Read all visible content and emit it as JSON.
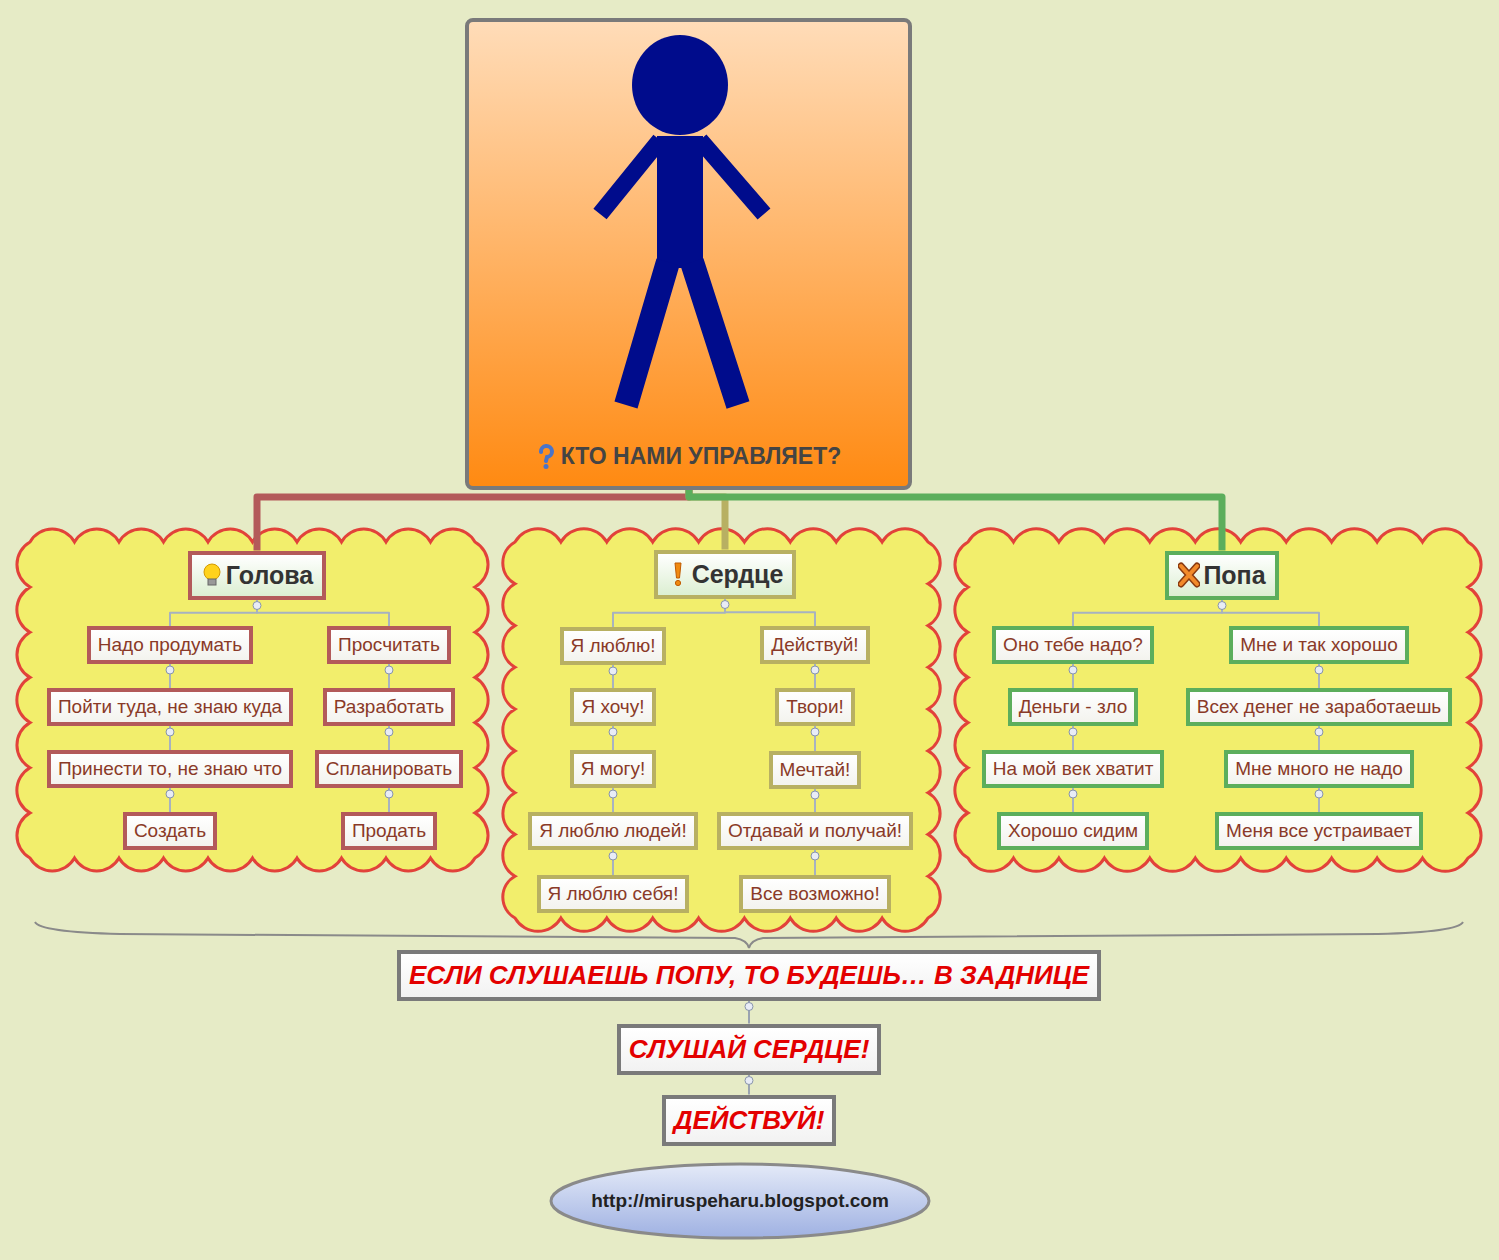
{
  "diagram": {
    "nodes": [
      {
        "text": [
          "КТО НАМИ УПРАВЛЯЕТ?"
        ]
      },
      {
        "text": [
          "Голова"
        ]
      },
      {
        "text": [
          "Надо продумать"
        ]
      },
      {
        "text": [
          "Пойти туда, не знаю куда"
        ]
      },
      {
        "text": [
          "Принести то, не знаю что"
        ]
      },
      {
        "text": [
          "Создать"
        ]
      },
      {
        "text": [
          "Просчитать"
        ]
      },
      {
        "text": [
          "Разработать"
        ]
      },
      {
        "text": [
          "Спланировать"
        ]
      },
      {
        "text": [
          "Продать"
        ]
      },
      {
        "text": [
          "Сердце"
        ]
      },
      {
        "text": [
          "Я люблю!"
        ]
      },
      {
        "text": [
          "Я хочу!"
        ]
      },
      {
        "text": [
          "Я могу!"
        ]
      },
      {
        "text": [
          "Я люблю людей!"
        ]
      },
      {
        "text": [
          "Я люблю себя!"
        ]
      },
      {
        "text": [
          "Действуй!"
        ]
      },
      {
        "text": [
          "Твори!"
        ]
      },
      {
        "text": [
          "Мечтай!"
        ]
      },
      {
        "text": [
          "Отдавай и получай!"
        ]
      },
      {
        "text": [
          "Все возможно!"
        ]
      },
      {
        "text": [
          "Попа"
        ]
      },
      {
        "text": [
          "Оно тебе надо?"
        ]
      },
      {
        "text": [
          "Деньги - зло"
        ]
      },
      {
        "text": [
          "На мой век хватит"
        ]
      },
      {
        "text": [
          "Хорошо сидим"
        ]
      },
      {
        "text": [
          "Мне и так хорошо"
        ]
      },
      {
        "text": [
          "Всех денег не заработаешь"
        ]
      },
      {
        "text": [
          "Мне много не надо"
        ]
      },
      {
        "text": [
          "Меня все устраивает"
        ]
      },
      {
        "text": [
          "ЕСЛИ СЛУШАЕШЬ ПОПУ, ТО БУДЕШЬ… В ЗАДНИЦЕ"
        ]
      },
      {
        "text": [
          "СЛУШАЙ СЕРДЦЕ!"
        ]
      },
      {
        "text": [
          "ДЕЙСТВУЙ!"
        ]
      },
      {
        "text": [
          "http://miruspeharu.blogspot.com"
        ]
      }
    ],
    "edges": [
      {
        "from": 0,
        "to": 1,
        "arrow": "none"
      },
      {
        "from": 0,
        "to": 10,
        "arrow": "none"
      },
      {
        "from": 0,
        "to": 21,
        "arrow": "none"
      },
      {
        "from": 1,
        "to": 2,
        "arrow": "none"
      },
      {
        "from": 1,
        "to": 6,
        "arrow": "none"
      },
      {
        "from": 2,
        "to": 3,
        "arrow": "none"
      },
      {
        "from": 3,
        "to": 4,
        "arrow": "none"
      },
      {
        "from": 4,
        "to": 5,
        "arrow": "none"
      },
      {
        "from": 6,
        "to": 7,
        "arrow": "none"
      },
      {
        "from": 7,
        "to": 8,
        "arrow": "none"
      },
      {
        "from": 8,
        "to": 9,
        "arrow": "none"
      },
      {
        "from": 10,
        "to": 11,
        "arrow": "none"
      },
      {
        "from": 10,
        "to": 16,
        "arrow": "none"
      },
      {
        "from": 11,
        "to": 12,
        "arrow": "none"
      },
      {
        "from": 12,
        "to": 13,
        "arrow": "none"
      },
      {
        "from": 13,
        "to": 14,
        "arrow": "none"
      },
      {
        "from": 14,
        "to": 15,
        "arrow": "none"
      },
      {
        "from": 16,
        "to": 17,
        "arrow": "none"
      },
      {
        "from": 17,
        "to": 18,
        "arrow": "none"
      },
      {
        "from": 18,
        "to": 19,
        "arrow": "none"
      },
      {
        "from": 19,
        "to": 20,
        "arrow": "none"
      },
      {
        "from": 21,
        "to": 22,
        "arrow": "none"
      },
      {
        "from": 21,
        "to": 26,
        "arrow": "none"
      },
      {
        "from": 22,
        "to": 23,
        "arrow": "none"
      },
      {
        "from": 23,
        "to": 24,
        "arrow": "none"
      },
      {
        "from": 24,
        "to": 25,
        "arrow": "none"
      },
      {
        "from": 26,
        "to": 27,
        "arrow": "none"
      },
      {
        "from": 27,
        "to": 28,
        "arrow": "none"
      },
      {
        "from": 28,
        "to": 29,
        "arrow": "none"
      },
      {
        "from": 30,
        "to": 31,
        "arrow": "none"
      },
      {
        "from": 31,
        "to": 32,
        "arrow": "none"
      }
    ]
  }
}
